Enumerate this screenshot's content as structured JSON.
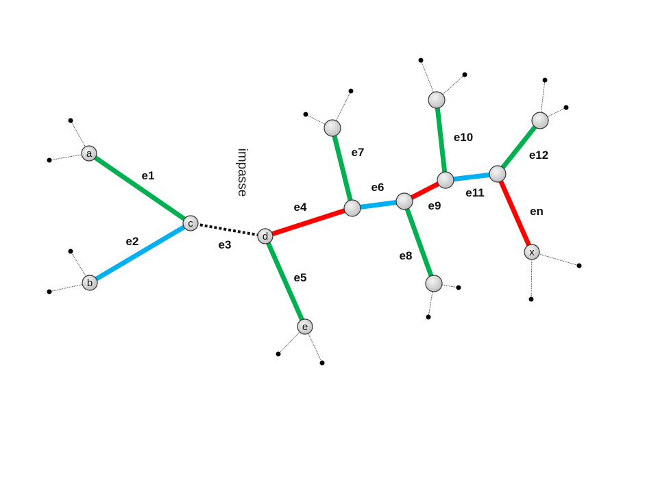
{
  "annotation": "impasse",
  "colors": {
    "green": "#00b050",
    "blue": "#00b0f0",
    "red": "#ff0000",
    "dotted": "#111111",
    "node_fill": "#d9d9d9"
  },
  "nodes": [
    {
      "id": "a",
      "label": "a"
    },
    {
      "id": "b",
      "label": "b"
    },
    {
      "id": "c",
      "label": "c"
    },
    {
      "id": "d",
      "label": "d"
    },
    {
      "id": "e",
      "label": "e"
    },
    {
      "id": "n7",
      "label": ""
    },
    {
      "id": "n6",
      "label": ""
    },
    {
      "id": "n9",
      "label": ""
    },
    {
      "id": "n8",
      "label": ""
    },
    {
      "id": "n10",
      "label": ""
    },
    {
      "id": "n11",
      "label": ""
    },
    {
      "id": "n12",
      "label": ""
    },
    {
      "id": "n13",
      "label": ""
    },
    {
      "id": "x",
      "label": "x"
    }
  ],
  "edges": [
    {
      "label": "e1",
      "from": "a",
      "to": "c",
      "color": "green"
    },
    {
      "label": "e2",
      "from": "b",
      "to": "c",
      "color": "blue"
    },
    {
      "label": "e3",
      "from": "c",
      "to": "d",
      "color": "dotted"
    },
    {
      "label": "e4",
      "from": "d",
      "to": "n6",
      "color": "red"
    },
    {
      "label": "e5",
      "from": "d",
      "to": "e",
      "color": "green"
    },
    {
      "label": "e6",
      "from": "n6",
      "to": "n9",
      "color": "blue"
    },
    {
      "label": "e7",
      "from": "n7",
      "to": "n6",
      "color": "green"
    },
    {
      "label": "e8",
      "from": "n9",
      "to": "n8",
      "color": "green"
    },
    {
      "label": "e9",
      "from": "n9",
      "to": "n11",
      "color": "red"
    },
    {
      "label": "e10",
      "from": "n10",
      "to": "n11",
      "color": "green"
    },
    {
      "label": "e11",
      "from": "n11",
      "to": "n12",
      "color": "blue"
    },
    {
      "label": "e12",
      "from": "n12",
      "to": "n13",
      "color": "green"
    },
    {
      "label": "en",
      "from": "n12",
      "to": "x",
      "color": "red"
    }
  ]
}
